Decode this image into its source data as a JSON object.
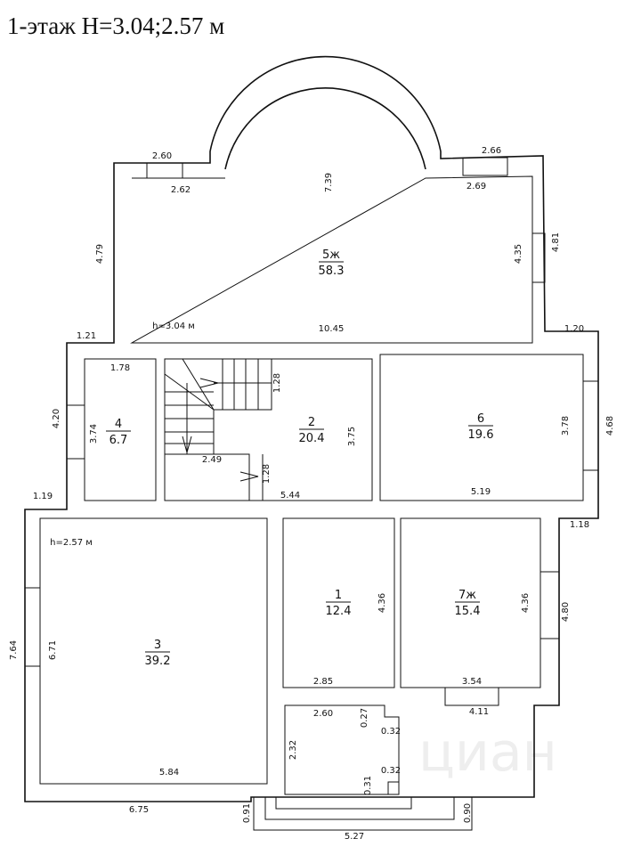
{
  "title": "1-этаж  H=3.04;2.57 м",
  "watermark": "циан",
  "rooms": [
    {
      "number": "5ж",
      "area": "58.3"
    },
    {
      "number": "4",
      "area": "6.7"
    },
    {
      "number": "2",
      "area": "20.4"
    },
    {
      "number": "6",
      "area": "19.6"
    },
    {
      "number": "3",
      "area": "39.2"
    },
    {
      "number": "1",
      "area": "12.4"
    },
    {
      "number": "7ж",
      "area": "15.4"
    }
  ],
  "dims": [
    "2.60",
    "2.62",
    "7.39",
    "2.66",
    "2.69",
    "4.79",
    "4.35",
    "4.81",
    "h=3.04 м",
    "10.45",
    "1.21",
    "1.20",
    "1.78",
    "1.28",
    "3.74",
    "3.75",
    "3.78",
    "4.68",
    "4.20",
    "2.49",
    "1.28",
    "5.44",
    "5.19",
    "1.19",
    "1.18",
    "h=2.57 м",
    "4.36",
    "4.36",
    "4.80",
    "7.64",
    "6.71",
    "2.85",
    "3.54",
    "2.60",
    "0.27",
    "4.11",
    "0.32",
    "2.32",
    "0.32",
    "0.31",
    "5.84",
    "6.75",
    "0.91",
    "0.90",
    "5.27"
  ]
}
